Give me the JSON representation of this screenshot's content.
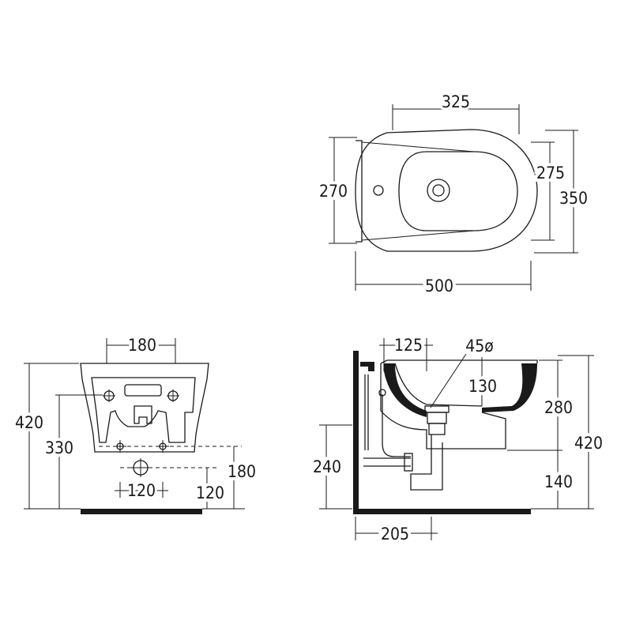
{
  "top_view": {
    "width_325": "325",
    "depth_270": "270",
    "depth_275": "275",
    "depth_350": "350",
    "length_500": "500"
  },
  "rear_view": {
    "width_180": "180",
    "height_420": "420",
    "height_330": "330",
    "height_180": "180",
    "spacing_120": "120",
    "height_120": "120"
  },
  "side_view": {
    "offset_125": "125",
    "hole_45": "45ø",
    "depth_130": "130",
    "height_280": "280",
    "height_420": "420",
    "height_240": "240",
    "height_140": "140",
    "offset_205": "205"
  }
}
